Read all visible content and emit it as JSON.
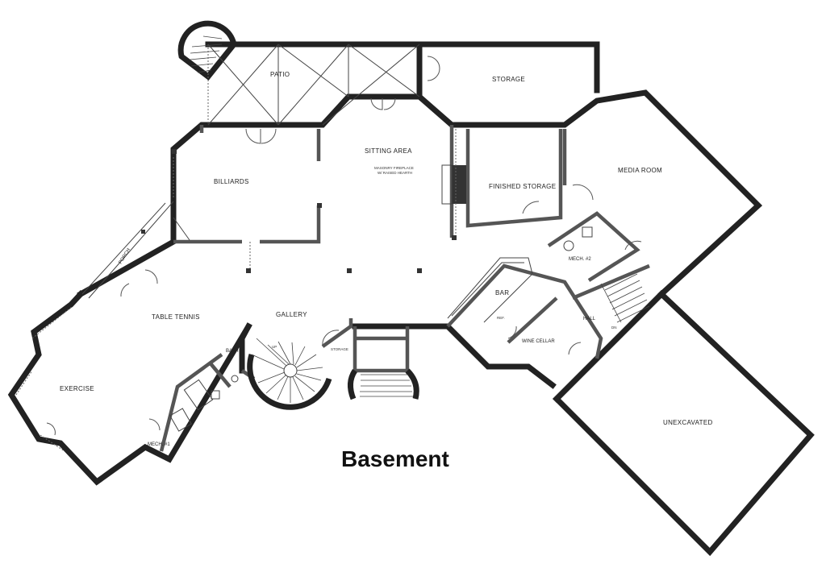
{
  "title": "Basement",
  "rooms": {
    "patio": "PATIO",
    "storage_top": "STORAGE",
    "sitting_area": "SITTING AREA",
    "fireplace_note_1": "MASONRY FIREPLACE",
    "fireplace_note_2": "W/ RAISED HEARTH",
    "billiards": "BILLIARDS",
    "finished_storage": "FINISHED STORAGE",
    "media_room": "MEDIA ROOM",
    "porch": "PORCH",
    "mech2": "MECH. #2",
    "bar": "BAR",
    "ref": "REF.",
    "table_tennis": "TABLE TENNIS",
    "gallery": "GALLERY",
    "hall": "HALL",
    "wine_cellar": "WINE CELLAR",
    "bath": "BATH",
    "storage_small": "STORAGE",
    "exercise": "EXERCISE",
    "mech1": "MECH. #1",
    "unexcavated": "UNEXCAVATED",
    "up_mark": "UP",
    "dn_mark": "DN"
  }
}
